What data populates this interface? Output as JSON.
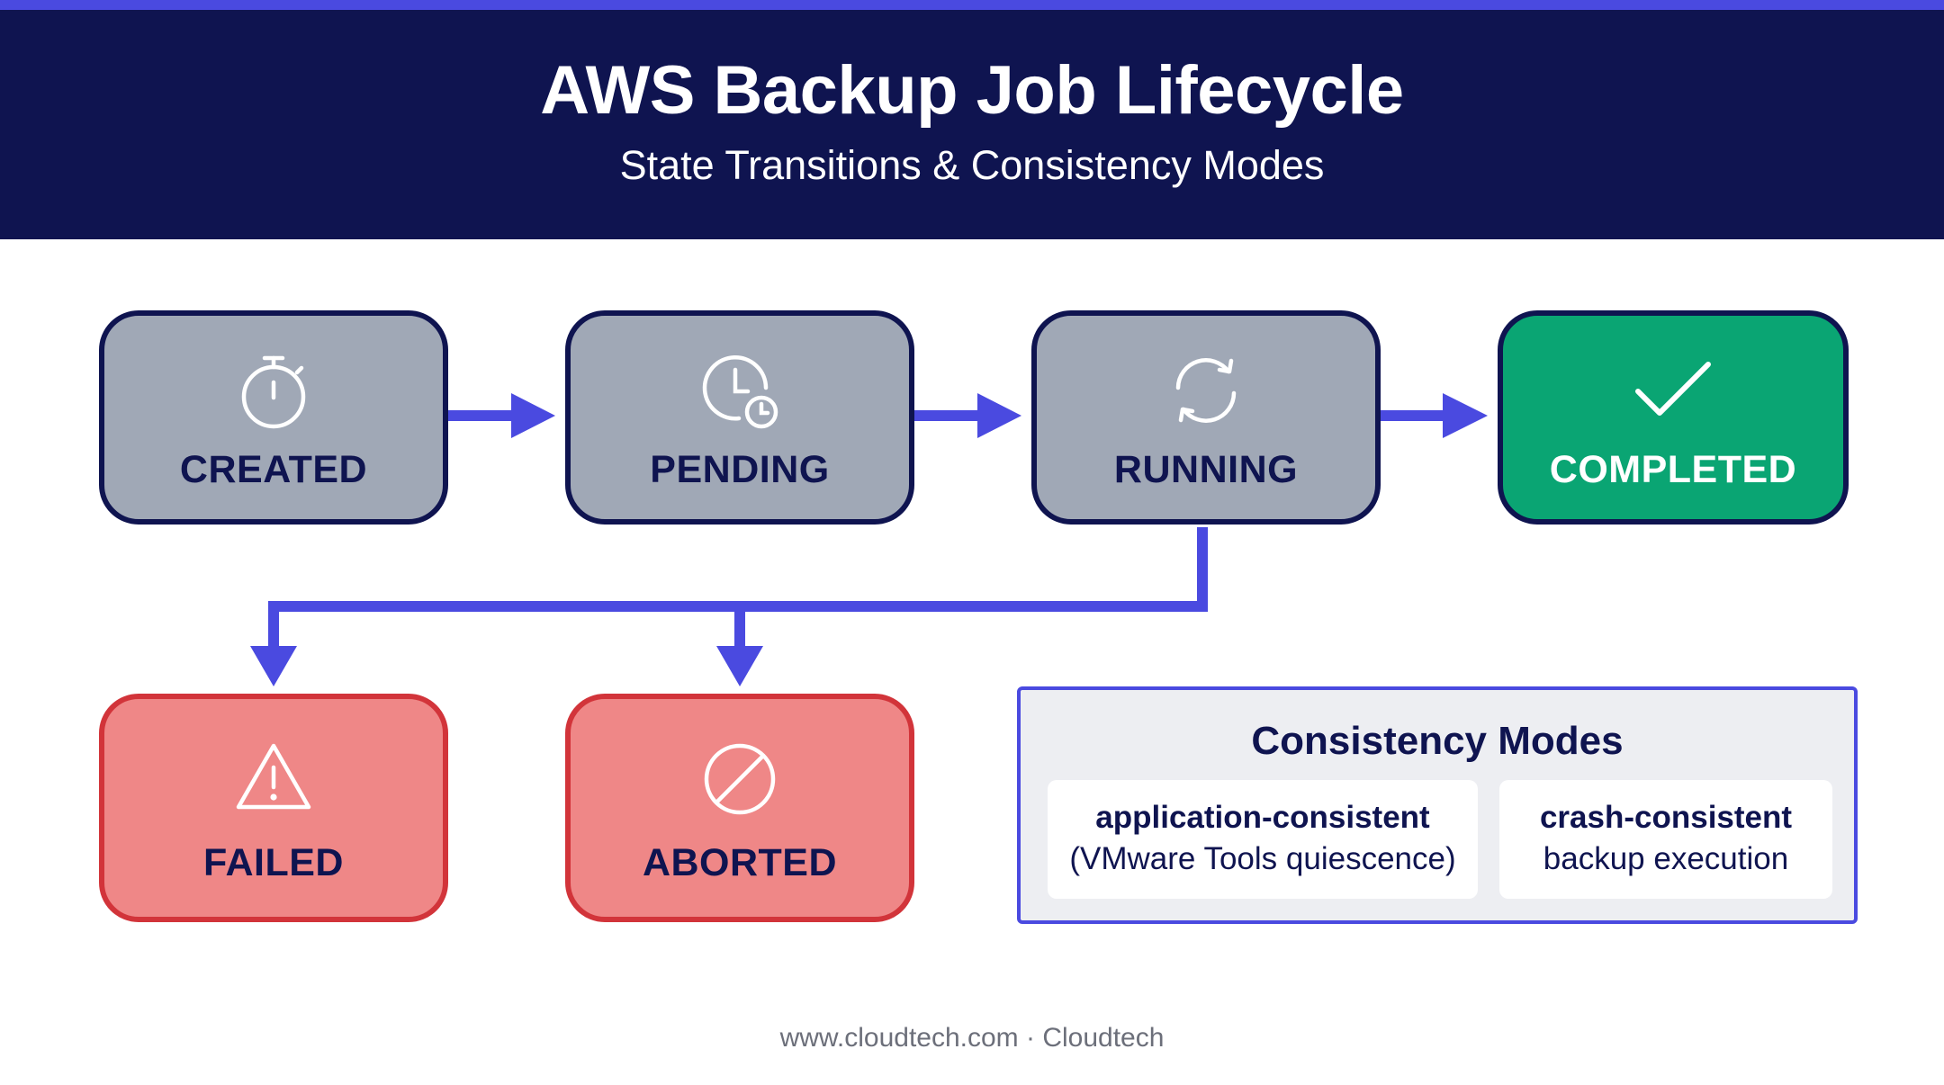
{
  "header": {
    "title": "AWS Backup Job Lifecycle",
    "subtitle": "State Transitions & Consistency Modes"
  },
  "states": {
    "created": {
      "label": "CREATED",
      "icon": "stopwatch-icon"
    },
    "pending": {
      "label": "PENDING",
      "icon": "clock-icon"
    },
    "running": {
      "label": "RUNNING",
      "icon": "refresh-icon"
    },
    "completed": {
      "label": "COMPLETED",
      "icon": "checkmark-icon"
    },
    "failed": {
      "label": "FAILED",
      "icon": "warning-icon"
    },
    "aborted": {
      "label": "ABORTED",
      "icon": "prohibited-icon"
    }
  },
  "transitions": [
    {
      "from": "CREATED",
      "to": "PENDING"
    },
    {
      "from": "PENDING",
      "to": "RUNNING"
    },
    {
      "from": "RUNNING",
      "to": "COMPLETED"
    },
    {
      "from": "RUNNING",
      "to": "FAILED"
    },
    {
      "from": "RUNNING",
      "to": "ABORTED"
    }
  ],
  "consistency": {
    "title": "Consistency Modes",
    "modes": [
      {
        "name": "application-consistent",
        "desc": "(VMware Tools quiescence)"
      },
      {
        "name": "crash-consistent",
        "desc": "backup execution"
      }
    ]
  },
  "footer": "www.cloudtech.com · Cloudtech",
  "colors": {
    "header_bg": "#0f1450",
    "accent": "#4a4ae0",
    "neutral_state": "#a0a8b6",
    "success_state": "#0aa573",
    "error_state": "#ef8787",
    "error_border": "#d2343a"
  }
}
